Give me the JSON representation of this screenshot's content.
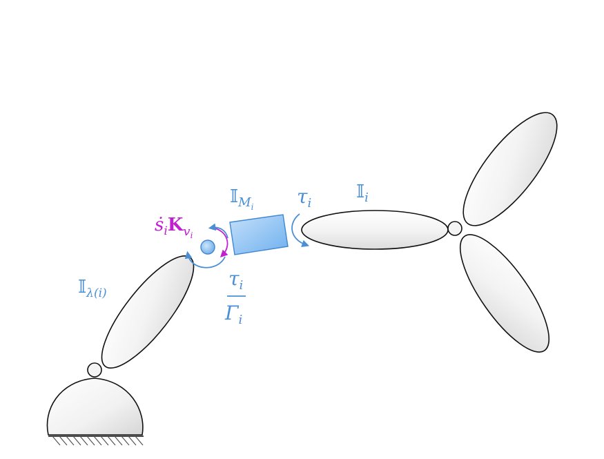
{
  "labels": {
    "parent_link": {
      "main": "𝕀",
      "subscript": "λ(i)"
    },
    "motor": {
      "main": "𝕀",
      "subscript": "M",
      "subsubscript": "i"
    },
    "child_link": {
      "main": "𝕀",
      "subscript": "i"
    },
    "torque_top": {
      "main": "τ",
      "subscript": "i"
    },
    "torque_fraction": {
      "numerator_main": "τ",
      "numerator_subscript": "i",
      "denominator_main": "Γ",
      "denominator_subscript": "i"
    },
    "damping": {
      "sdot": "ṡ",
      "sdot_subscript": "i",
      "K": "K",
      "K_subscript": "v",
      "K_subsubscript": "i"
    }
  },
  "colors": {
    "label_blue": "#4a8fd6",
    "label_magenta": "#c020d0",
    "motor_fill": "#8fc3f2",
    "motor_stroke": "#3f86d3",
    "link_stroke": "#111111"
  }
}
